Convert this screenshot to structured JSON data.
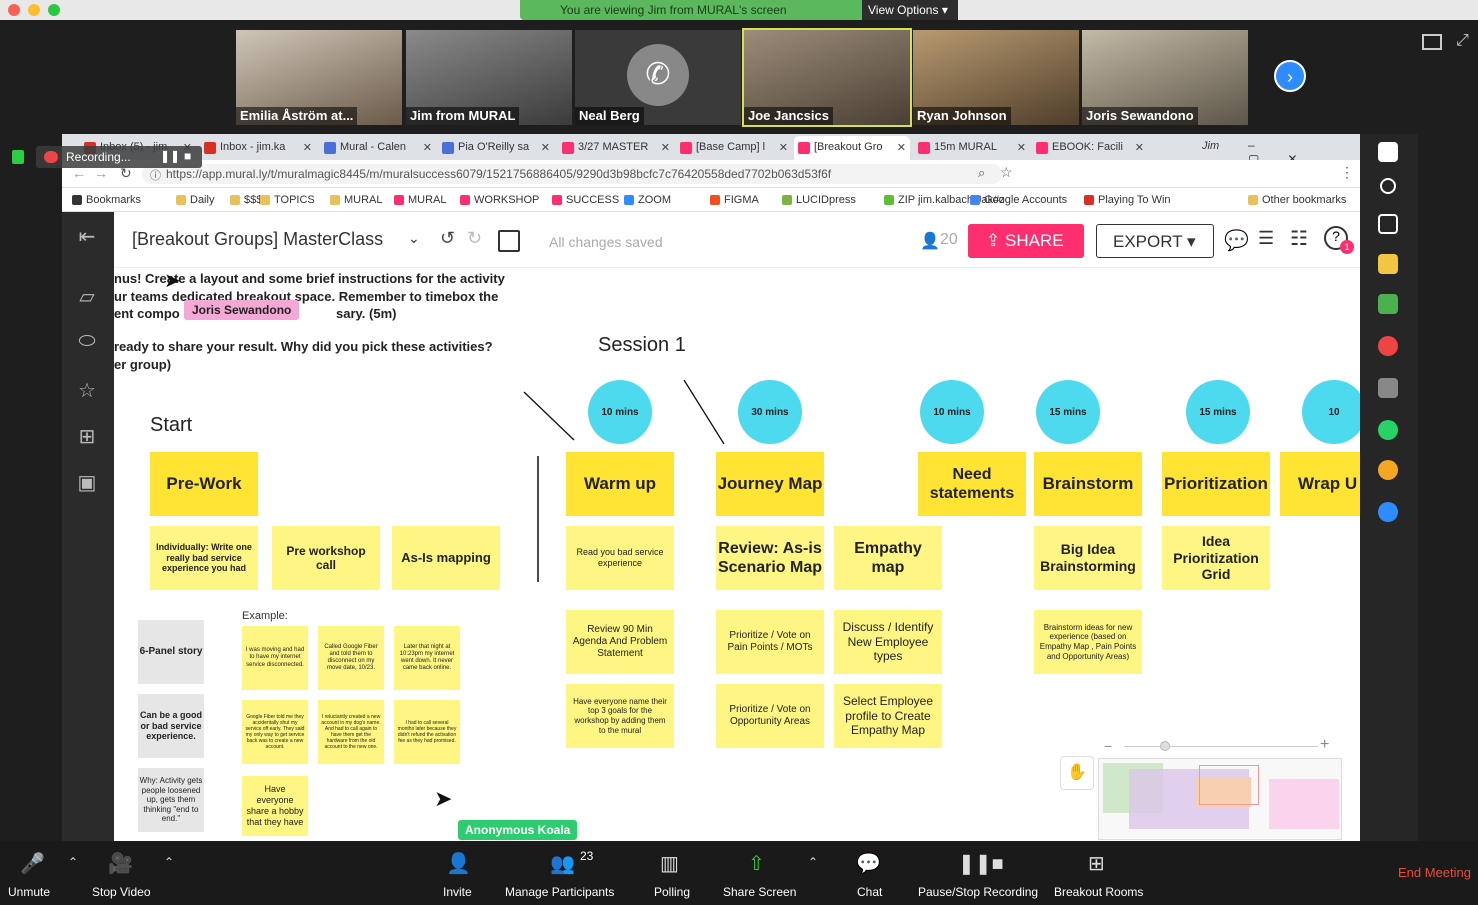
{
  "zoom": {
    "viewing_banner": "You are viewing Jim from MURAL's screen",
    "view_options": "View Options",
    "recording": "Recording...",
    "participants": [
      {
        "name": "Emilia Åström at..."
      },
      {
        "name": "Jim from MURAL"
      },
      {
        "name": "Neal Berg"
      },
      {
        "name": "Joe Jancsics"
      },
      {
        "name": "Ryan Johnson"
      },
      {
        "name": "Joris Sewandono"
      }
    ],
    "bottom": {
      "unmute": "Unmute",
      "stop_video": "Stop Video",
      "invite": "Invite",
      "manage_participants": "Manage Participants",
      "participant_count": "23",
      "polling": "Polling",
      "share_screen": "Share Screen",
      "chat": "Chat",
      "pause_recording": "Pause/Stop Recording",
      "breakout_rooms": "Breakout Rooms",
      "end_meeting": "End Meeting"
    }
  },
  "browser": {
    "tabs": [
      "Inbox (5) - jim",
      "Inbox - jim.ka",
      "Mural - Calen",
      "Pia O'Reilly sa",
      "3/27 MASTER",
      "[Base Camp] l",
      "[Breakout Gro",
      "15m MURAL",
      "EBOOK: Facili"
    ],
    "url": "https://app.mural.ly/t/muralmagic8445/m/muralsuccess6079/1521756886405/9290d3b98bcfc7c76420558ded7702b063d53f6f",
    "bookmarks": [
      "Bookmarks",
      "Daily",
      "$$$",
      "TOPICS",
      "MURAL",
      "MURAL",
      "WORKSHOP",
      "SUCCESS",
      "ZOOM",
      "FIGMA",
      "LUCIDpress",
      "ZIP jim.kalbach Jak#z",
      "Google Accounts",
      "Playing To Win",
      "Other bookmarks"
    ],
    "profile": "Jim"
  },
  "mural": {
    "board_title": "[Breakout Groups] MasterClass",
    "saved": "All changes saved",
    "user_count": "20",
    "share": "SHARE",
    "export": "EXPORT",
    "notif_badge": "1",
    "instructions": [
      "nus! Create a layout and some brief instructions for the activity",
      "ur teams dedicated breakout space. Remember to timebox the",
      "ent compo",
      "sary. (5m)",
      "ready to share your result. Why did you pick these activities?",
      "er group)"
    ],
    "cursor_label": "Joris Sewandono",
    "cursor_label2": "Anonymous Koala",
    "start": "Start",
    "session": "Session 1",
    "example": "Example:",
    "circles": [
      "10 mins",
      "30 mins",
      "10 mins",
      "15 mins",
      "15 mins",
      "10"
    ],
    "headers": [
      "Pre-Work",
      "Warm up",
      "Journey Map",
      "Need statements",
      "Brainstorm",
      "Prioritization",
      "Wrap U"
    ],
    "prework": [
      "Individually: Write one really bad service experience you had",
      "Pre workshop call",
      "As-Is mapping"
    ],
    "warmup": [
      "Read you bad service experience",
      "Review 90 Min Agenda And Problem Statement",
      "Have everyone name their top 3 goals for the workshop by adding them to the mural"
    ],
    "journey": [
      "Review: As-is Scenario Map",
      "Prioritize / Vote on Pain Points / MOTs",
      "Prioritize / Vote on Opportunity Areas"
    ],
    "empathy": [
      "Empathy map",
      "Discuss / Identify New Employee types",
      "Select Employee profile to Create Empathy Map"
    ],
    "brainstorm": [
      "Big Idea Brainstorming",
      "Brainstorm ideas for new experience (based on Empathy Map , Pain Points and Opportunity Areas)"
    ],
    "prioritize": [
      "Idea Prioritization Grid"
    ],
    "grey": [
      "6-Panel story",
      "Can be a good or bad service experience.",
      "Why: Activity gets people loosened up, gets them thinking \"end to end.\""
    ],
    "examples": [
      "I was moving and had to have my internet service disconnected.",
      "Called Google Fiber and told them to disconnect on my move date, 10/23.",
      "Later that night at 10:23pm my internet went down. It never came back online.",
      "Google Fiber told me they accidentally shut my service off early. They said my only way to get service back was to create a new account.",
      "I reluctantly created a new account in my dog's name. And had to call again to have them get the hardware from the old account to the new one.",
      "I had to call several months later because they didn't refund the activation fee as they had promised.",
      "Have everyone share a hobby that they have"
    ]
  }
}
